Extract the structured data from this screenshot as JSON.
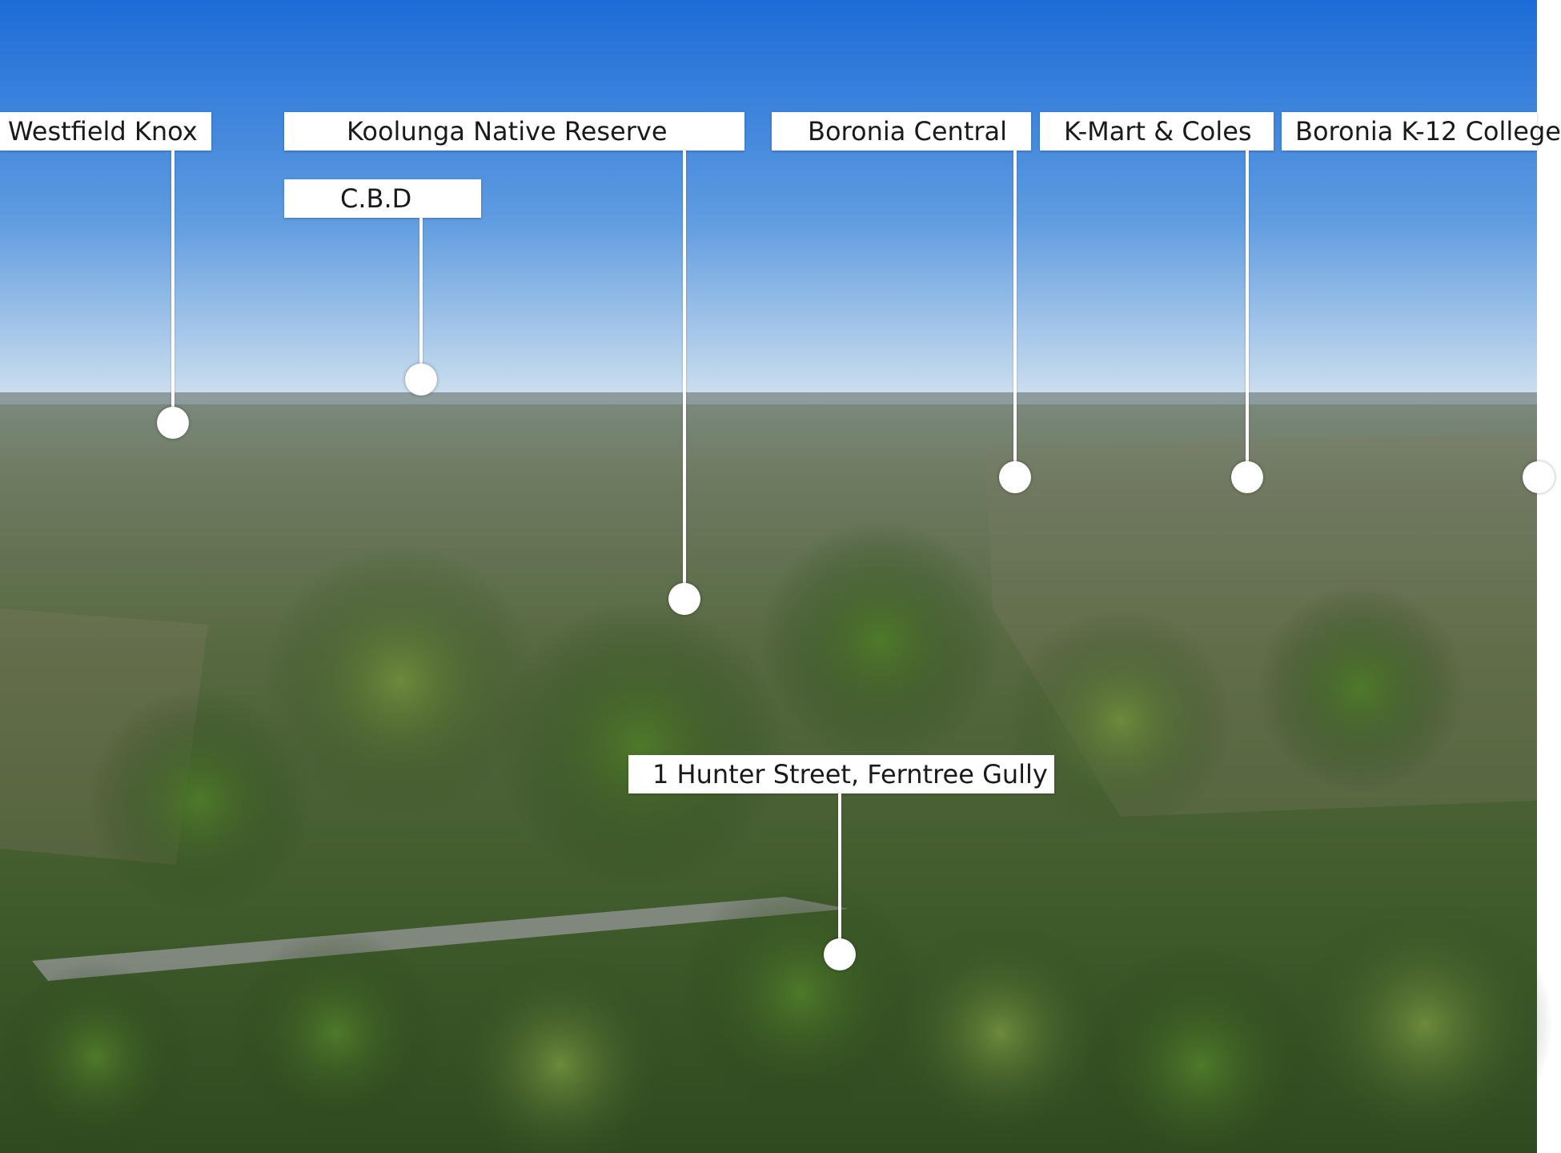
{
  "photo": {
    "sky_top_color": "#1f6fd6",
    "sky_horizon_color": "#cfe0ee",
    "land_far_color": "#6b7a6a",
    "land_near_color": "#3b5a2a"
  },
  "labels": {
    "westfield_knox": "Westfield Knox",
    "koolunga": "Koolunga Native Reserve",
    "cbd": "C.B.D",
    "boronia_central": "Boronia Central",
    "kmart_coles": "K-Mart & Coles",
    "boronia_college": "Boronia K-12 College",
    "property": "1 Hunter Street, Ferntree Gully"
  }
}
